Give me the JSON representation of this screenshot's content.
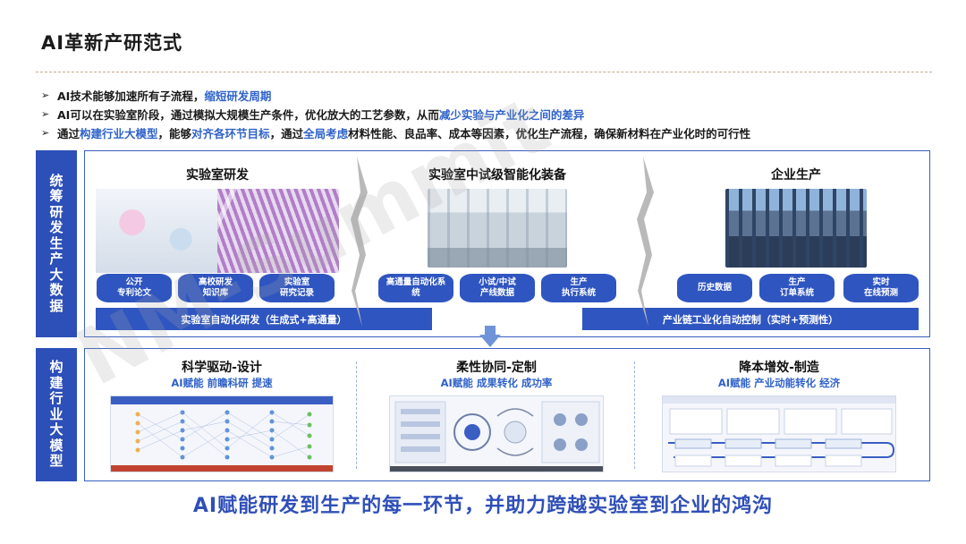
{
  "page": {
    "title": "AI革新产研范式"
  },
  "bullets": [
    {
      "parts": [
        {
          "t": "AI技术能够加速所有子流程，",
          "h": false
        },
        {
          "t": "缩短研发周期",
          "h": true
        }
      ]
    },
    {
      "parts": [
        {
          "t": "AI可以在实验室阶段，通过模拟大规模生产条件，优化放大的工艺参数，从而",
          "h": false
        },
        {
          "t": "减少实验与产业化之间的差异",
          "h": true
        }
      ]
    },
    {
      "parts": [
        {
          "t": "通过",
          "h": false
        },
        {
          "t": "构建行业大模型",
          "h": true
        },
        {
          "t": "，能够",
          "h": false
        },
        {
          "t": "对齐各环节目标",
          "h": true
        },
        {
          "t": "，通过",
          "h": false
        },
        {
          "t": "全局考虑",
          "h": true
        },
        {
          "t": "材料性能、良品率、成本等因素，优化生产流程，确保新材料在产业化时的可行性",
          "h": false
        }
      ]
    }
  ],
  "side_labels": {
    "top": [
      "统",
      "筹",
      "研",
      "发",
      "生",
      "产",
      "大",
      "数",
      "据"
    ],
    "bottom": [
      "构",
      "建",
      "行",
      "业",
      "大",
      "模",
      "型"
    ]
  },
  "top_panel": {
    "col1_title": "实验室研发",
    "col2_title": "实验室中试级智能化装备",
    "col3_title": "企业生产",
    "pills_1": [
      [
        "公开",
        "专利论文"
      ],
      [
        "高校研发",
        "知识库"
      ],
      [
        "实验室",
        "研究记录"
      ]
    ],
    "pills_2": [
      [
        "高通量自动化系",
        "统"
      ],
      [
        "小试/中试",
        "产线数据"
      ],
      [
        "生产",
        "执行系统"
      ]
    ],
    "pills_3": [
      [
        "历史数据"
      ],
      [
        "生产",
        "订单系统"
      ],
      [
        "实时",
        "在线预测"
      ]
    ],
    "bar_left": "实验室自动化研发（生成式+高通量）",
    "bar_right": "产业链工业化自动控制（实时+预测性）"
  },
  "bottom_panel": {
    "col1_title": "科学驱动-设计",
    "col1_sub": "AI赋能 前瞻科研 提速",
    "col2_title": "柔性协同-定制",
    "col2_sub": "AI赋能 成果转化 成功率",
    "col3_title": "降本增效-制造",
    "col3_sub": "AI赋能 产业动能转化 经济"
  },
  "footer": "AI赋能研发到生产的每一环节，并助力跨越实验室到企业的鸿沟",
  "watermark": "NM-Summit",
  "colors": {
    "accent": "#2f55c0",
    "highlight": "#2f62c9",
    "side": "#2d4fb8"
  }
}
